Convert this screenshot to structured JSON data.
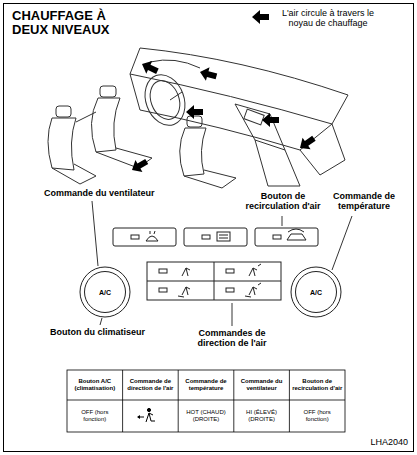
{
  "diagram": {
    "title": "CHAUFFAGE À DEUX NIVEAUX",
    "nodes": [
      {
        "text": [
          "A/C"
        ]
      },
      {
        "text": [
          "A/C"
        ]
      }
    ],
    "labels": [
      "Commande du ventilateur",
      "Bouton de recirculation d'air",
      "Commande de température",
      "Bouton du climatiseur",
      "Commandes de direction de l'air",
      "Bouton A/C (climatisation)",
      "Commande de direction de l'air",
      "Commande de température",
      "Commande du ventilateur",
      "Bouton de recirculation d'air",
      "OFF (hors fonction)",
      "HOT (CHAUD) (DROITE)",
      "HI (ÉLEVÉ) (DROITE)",
      "OFF (hors fonction)",
      "LHA2040"
    ],
    "legend": [
      {
        "text": "L'air circule à travers le noyau de chauffage"
      }
    ]
  }
}
